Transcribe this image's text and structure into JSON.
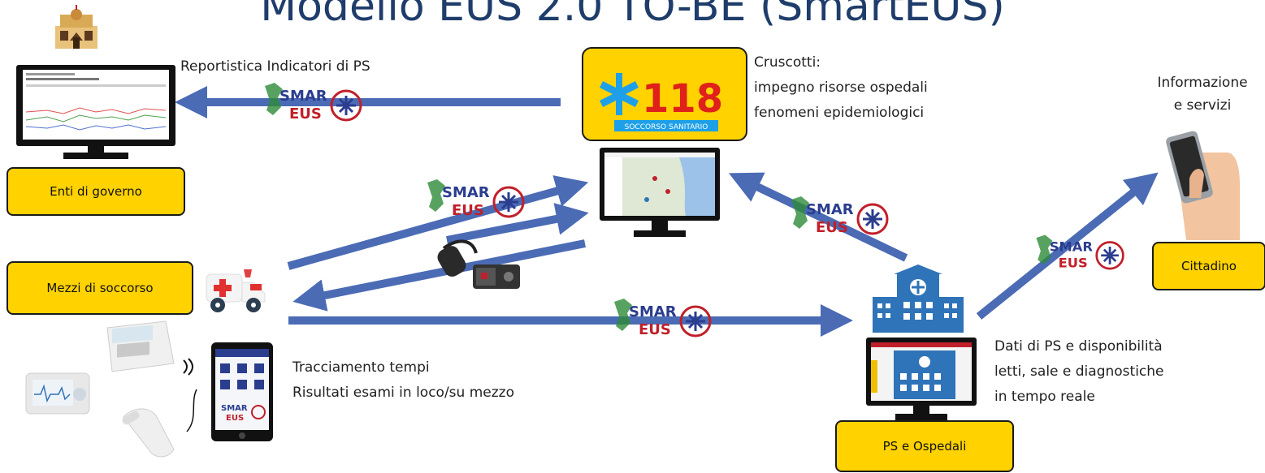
{
  "title": "Modello EUS 2.0 TO-BE (SmartEUS)",
  "labels": {
    "enti": "Enti di governo",
    "mezzi": "Mezzi di soccorso",
    "cittadino": "Cittadino",
    "ps": "PS e Ospedali"
  },
  "captions": {
    "reportistica": "Reportistica Indicatori di PS",
    "cruscotti": [
      "Cruscotti:",
      "impegno risorse ospedali",
      "fenomeni epidemiologici"
    ],
    "informazione": [
      "Informazione",
      "e servizi"
    ],
    "tracciamento": [
      "Tracciamento tempi",
      "Risultati esami in loco/su mezzo"
    ],
    "dati_ps": [
      "Dati di PS e disponibilità",
      "letti, sale e diagnostiche",
      "in tempo reale"
    ]
  },
  "logo": {
    "smart": "SMAR",
    "eus": "EUS",
    "e118": "118",
    "soccorso": "SOCCORSO SANITARIO"
  },
  "colors": {
    "arrow": "#4b6bb5",
    "box": "#ffd200",
    "title": "#1f3d6b",
    "logo_red": "#c0202a",
    "logo_blue": "#2b3d8f",
    "hospital": "#2f73b8"
  }
}
